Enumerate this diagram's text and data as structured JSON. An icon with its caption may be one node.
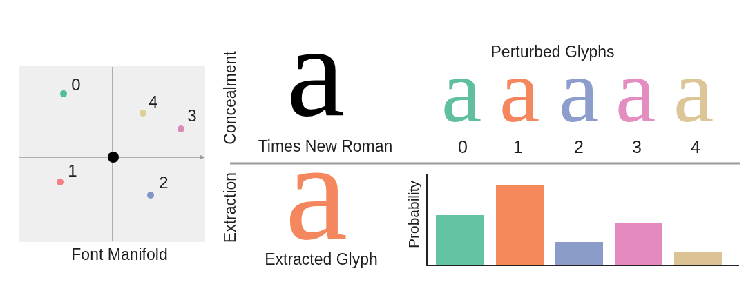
{
  "diagram": {
    "nodes": [
      {
        "text": [],
        "shape": "bar"
      },
      {
        "text": [],
        "shape": "bar"
      },
      {
        "text": [],
        "shape": "bar"
      },
      {
        "text": [],
        "shape": "bar"
      },
      {
        "text": [],
        "shape": "bar"
      }
    ],
    "labels": [
      "0",
      "4",
      "3",
      "1",
      "2",
      "Font Manifold",
      "Concealment",
      "a",
      "Times New Roman",
      "Perturbed Glyphs",
      "a",
      "a",
      "a",
      "a",
      "a",
      "0",
      "1",
      "2",
      "3",
      "4",
      "Extraction",
      "a",
      "Extracted Glyph",
      "Probability"
    ]
  }
}
